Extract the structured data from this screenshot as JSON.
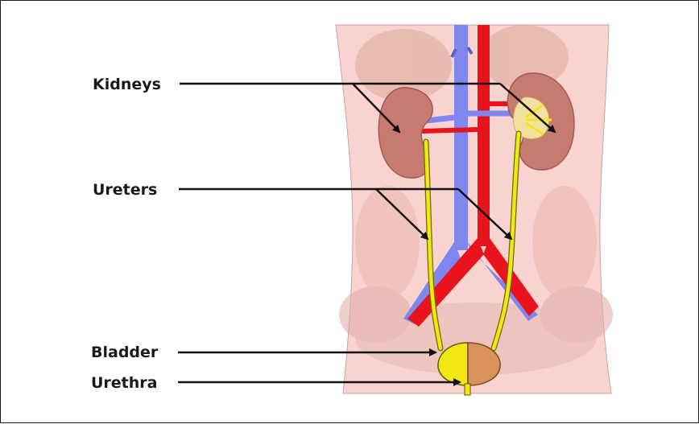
{
  "labels": {
    "kidneys": "Kidneys",
    "ureters": "Ureters",
    "bladder": "Bladder",
    "urethra": "Urethra"
  },
  "colors": {
    "skin": "#f9d3cf",
    "organ_shadow": "#dba997",
    "vein": "#7f86ee",
    "artery": "#e8131b",
    "urine": "#f2e614",
    "kidney": "#c77a6f",
    "label_text": "#1a1a1a"
  }
}
